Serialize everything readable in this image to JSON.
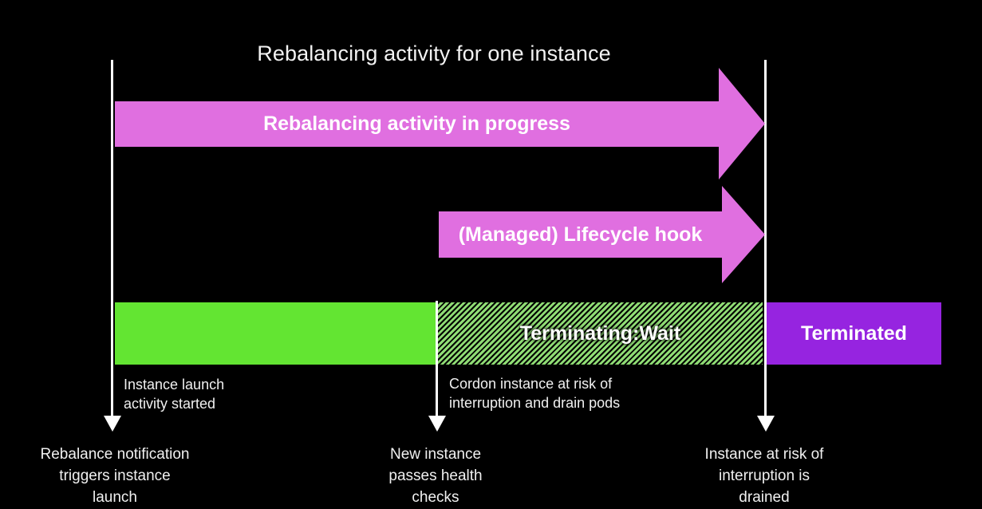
{
  "diagram": {
    "title": "Rebalancing activity for one instance",
    "background_color": "#000000",
    "accent_pink": "#e06fe0",
    "accent_green": "#63e532",
    "accent_purple": "#9624e0",
    "rule_color": "#ffffff",
    "text_color": "#f2f2f2"
  },
  "arrows": [
    {
      "name": "rebalancing-activity",
      "label": "Rebalancing activity in progress",
      "color": "#e06fe0"
    },
    {
      "name": "lifecycle-hook",
      "label": "(Managed) Lifecycle hook",
      "color": "#e06fe0"
    }
  ],
  "status_bars": [
    {
      "name": "in-service",
      "label": "",
      "style": "solid-green",
      "color": "#63e532"
    },
    {
      "name": "terminating-wait",
      "label": "Terminating:Wait",
      "style": "hatched-green",
      "color": "#8fdc74"
    },
    {
      "name": "terminated",
      "label": "Terminated",
      "style": "solid-purple",
      "color": "#9624e0"
    }
  ],
  "annotations": [
    {
      "name": "instance-launch-activity",
      "text": "Instance launch\nactivity started"
    },
    {
      "name": "cordon-and-drain",
      "text": "Cordon instance at risk of\ninterruption and drain pods"
    }
  ],
  "axis_labels": [
    {
      "name": "rebalance-notification",
      "text": "Rebalance notification\ntriggers instance\nlaunch"
    },
    {
      "name": "new-instance-health",
      "text": "New instance\npasses health\nchecks"
    },
    {
      "name": "instance-drained",
      "text": "Instance at risk of\ninterruption is\ndrained"
    }
  ]
}
